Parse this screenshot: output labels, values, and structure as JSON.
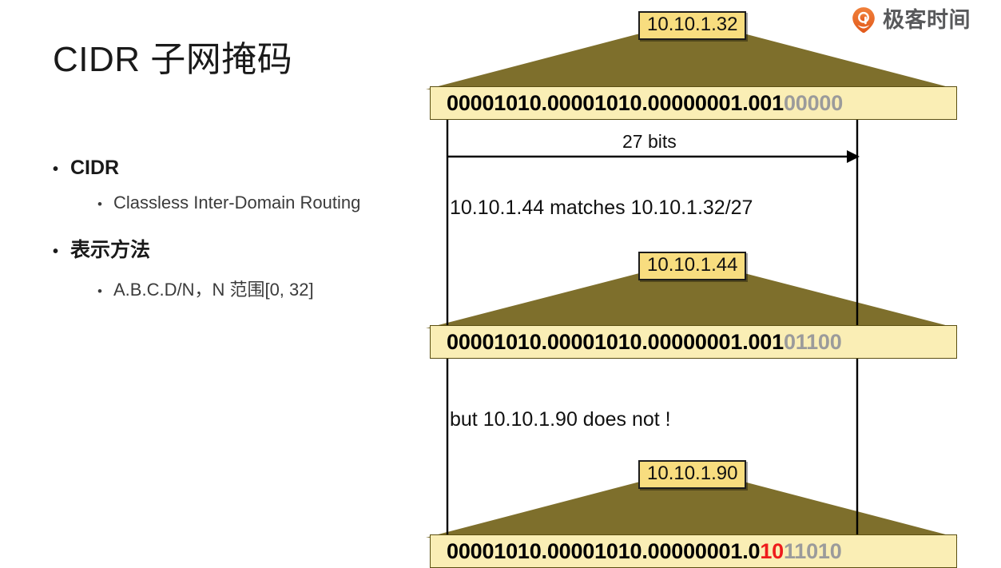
{
  "brand": {
    "name": "极客时间",
    "icon": "geektime-logo-icon",
    "accent_color": "#ea6f23",
    "text_color": "#58595b"
  },
  "slide": {
    "title": "CIDR 子网掩码",
    "bullets": [
      {
        "level": 1,
        "marker": "•",
        "text": "CIDR"
      },
      {
        "level": 2,
        "marker": "•",
        "text": "Classless Inter-Domain Routing"
      },
      {
        "level": 1,
        "marker": "•",
        "text": "表示方法"
      },
      {
        "level": 2,
        "marker": "•",
        "text": "A.B.C.D/N，N 范围[0, 32]"
      }
    ]
  },
  "diagram": {
    "colors": {
      "triangle": "#7e6f2c",
      "bar_fill": "#faeeb5",
      "bar_border": "#5b4f12",
      "chip_fill": "#f8dd7f",
      "chip_border": "#1c1c1c",
      "prefix_text": "#000000",
      "host_text": "#9b9b9b",
      "mismatch_text": "#ee1c1c",
      "rule_line": "#000000"
    },
    "prefix_length_label": "27 bits",
    "prefix_boundary_bits": 27,
    "blocks": [
      {
        "id": "block-32",
        "chip": "10.10.1.32",
        "bits_prefix": "00001010.00001010.00000001.001",
        "bits_mismatch": "",
        "bits_host": "00000"
      },
      {
        "id": "block-44",
        "chip": "10.10.1.44",
        "bits_prefix": "00001010.00001010.00000001.001",
        "bits_mismatch": "",
        "bits_host": "01100"
      },
      {
        "id": "block-90",
        "chip": "10.10.1.90",
        "bits_prefix": "00001010.00001010.00000001.0",
        "bits_mismatch": "10",
        "bits_host": "11010"
      }
    ],
    "notes": [
      {
        "id": "note-match",
        "text": "10.10.1.44 matches 10.10.1.32/27"
      },
      {
        "id": "note-nomatch",
        "text": "but 10.10.1.90 does not !"
      }
    ]
  }
}
